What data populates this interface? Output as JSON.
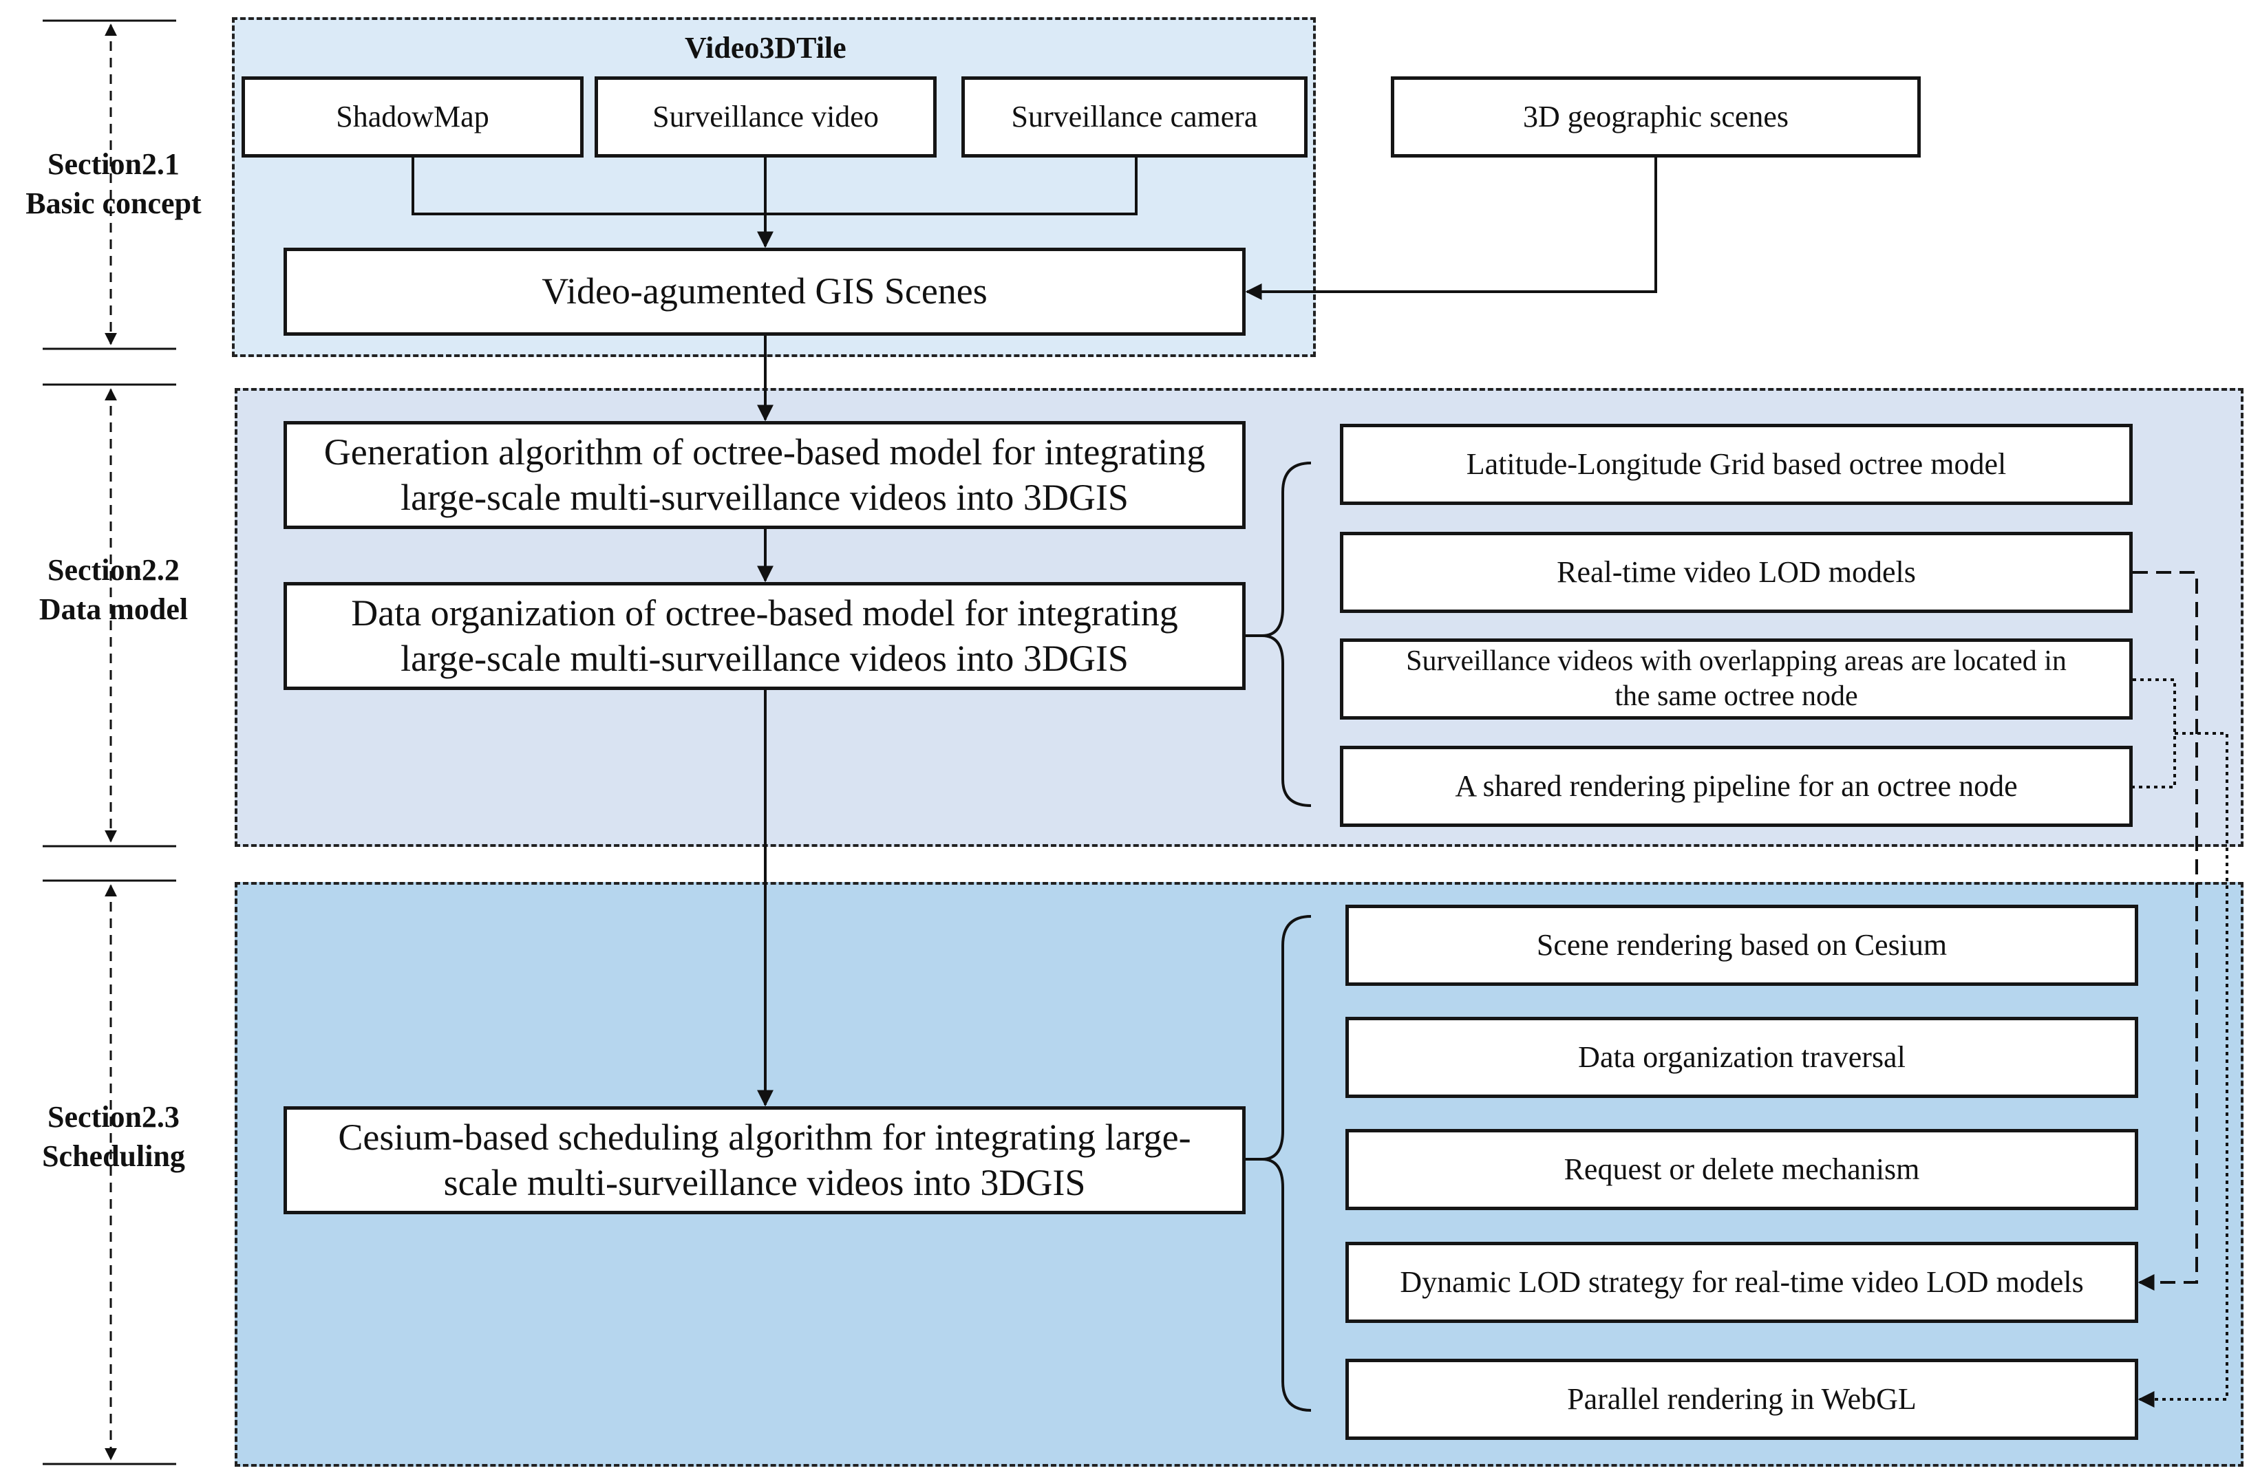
{
  "colors": {
    "section_2_1_fill": "#dbeaf7",
    "section_2_2_fill": "#d9e3f2",
    "section_2_3_fill": "#b6d6ee",
    "line": "#111111"
  },
  "sections": [
    {
      "label_line1": "Section2.1",
      "label_line2": "Basic concept"
    },
    {
      "label_line1": "Section2.2",
      "label_line2": "Data model"
    },
    {
      "label_line1": "Section2.3",
      "label_line2": "Scheduling"
    }
  ],
  "video3dtile": {
    "title": "Video3DTile",
    "inputs": [
      "ShadowMap",
      "Surveillance video",
      "Surveillance camera"
    ]
  },
  "geo_scenes": "3D geographic scenes",
  "vags": "Video-agumented GIS Scenes",
  "data_model": {
    "generation": {
      "line1": "Generation algorithm of octree-based model for integrating",
      "line2": "large-scale multi-surveillance videos into 3DGIS"
    },
    "organization": {
      "line1": "Data organization of octree-based model for integrating",
      "line2": "large-scale multi-surveillance videos into 3DGIS"
    },
    "features": [
      {
        "line1": "Latitude-Longitude Grid based octree model",
        "line2": ""
      },
      {
        "line1": "Real-time video LOD models",
        "line2": ""
      },
      {
        "line1": "Surveillance videos with overlapping areas are located in",
        "line2": "the same octree node"
      },
      {
        "line1": "A shared rendering pipeline for an octree node",
        "line2": ""
      }
    ]
  },
  "scheduling": {
    "algorithm": {
      "line1": "Cesium-based scheduling algorithm for integrating large-",
      "line2": "scale multi-surveillance videos into 3DGIS"
    },
    "features": [
      "Scene rendering based on Cesium",
      "Data organization traversal",
      "Request or delete mechanism",
      "Dynamic LOD strategy for real-time video LOD models",
      "Parallel rendering in WebGL"
    ]
  }
}
